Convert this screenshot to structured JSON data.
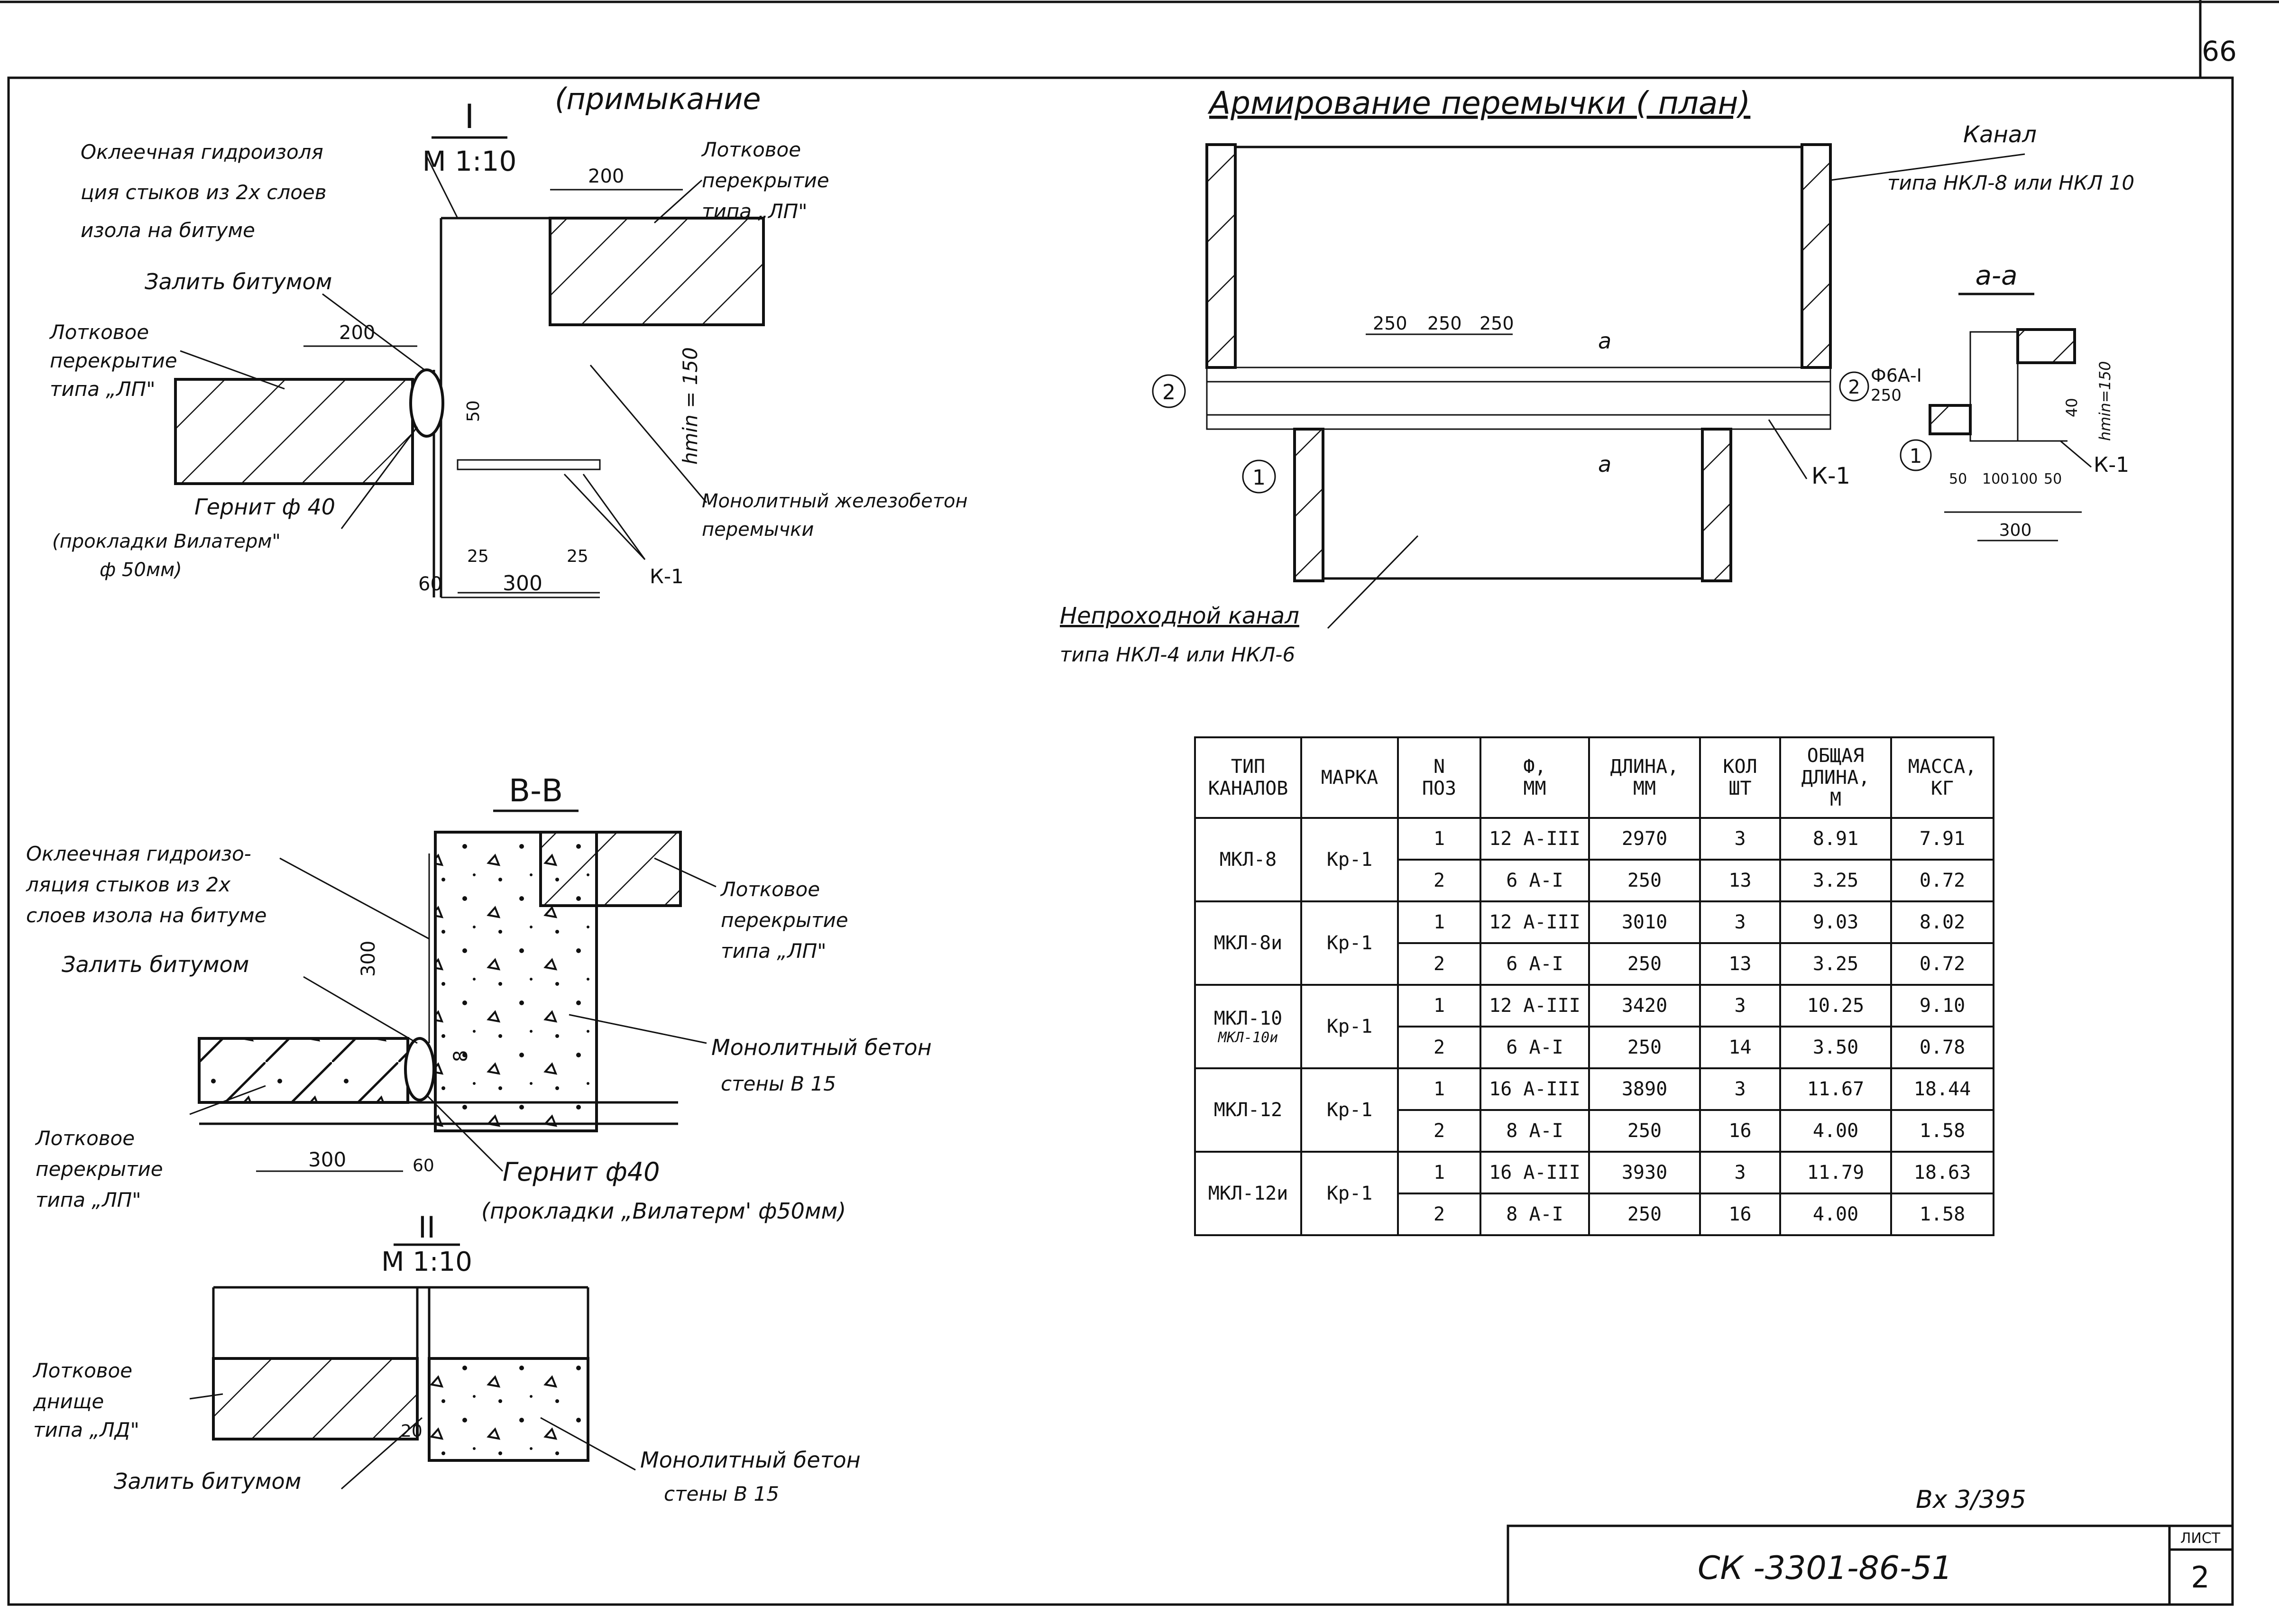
{
  "sheet": {
    "page_number": "66",
    "list_label": "ЛИСТ",
    "list_number": "2",
    "doc_code": "СК -3301-86-51",
    "stamp_note": "Вх 3/395"
  },
  "detail_I": {
    "title": "I",
    "scale": "М 1:10",
    "note": "(примыкание",
    "callouts": {
      "waterproof_1": "Оклеечная гидроизоля",
      "waterproof_2": "ция стыков из 2х слоев",
      "waterproof_3": "изола на битуме",
      "bitumen": "Залить битумом",
      "slab_left_1": "Лотковое",
      "slab_left_2": "перекрытие",
      "slab_left_3": "типа „ЛП\"",
      "slab_right_1": "Лотковое",
      "slab_right_2": "перекрытие",
      "slab_right_3": "типа „ЛП\"",
      "gernit_1": "Гернит ф 40",
      "gernit_2": "(прокладки Вилатерм\"",
      "gernit_3": "ф 50мм)",
      "monolith_1": "Монолитный железобетон",
      "monolith_2": "перемычки",
      "frame": "К-1",
      "h_min": "hmin = 150"
    },
    "dims": {
      "d200a": "200",
      "d200b": "200",
      "d50": "50",
      "d25a": "25",
      "d25b": "25",
      "d300": "300",
      "d60": "60"
    }
  },
  "plan": {
    "title": "Армирование перемычки ( план)",
    "channel_1": "Канал",
    "channel_2": "типа НКЛ-8 или НКЛ 10",
    "nonpass_1": "Непроходной канал",
    "nonpass_2": "типа НКЛ-4 или НКЛ-6",
    "spacing": [
      "250",
      "250",
      "250"
    ],
    "pos1": "1",
    "pos2": "2",
    "frame": "К-1",
    "section_mark": "а",
    "rebar_note_1": "Ф6А-I",
    "rebar_note_2": "250"
  },
  "section_aa": {
    "title": "а-а",
    "pos1": "1",
    "frame": "К-1",
    "h_min": "hmin=150",
    "d40": "40",
    "dims_bottom": [
      "50",
      "100",
      "100",
      "50"
    ],
    "d300": "300"
  },
  "section_BB": {
    "title": "В-В",
    "callouts": {
      "waterproof_1": "Оклеечная гидроизо-",
      "waterproof_2": "ляция стыков из 2х",
      "waterproof_3": "слоев изола на битуме",
      "bitumen": "Залить битумом",
      "slab_top_1": "Лотковое",
      "slab_top_2": "перекрытие",
      "slab_top_3": "типа „ЛП\"",
      "monolith_1": "Монолитный бетон",
      "monolith_2": "стены В 15",
      "slab_left_1": "Лотковое",
      "slab_left_2": "перекрытие",
      "slab_left_3": "типа „ЛП\"",
      "gernit_1": "Гернит ф40",
      "gernit_2": "(прокладки „Вилатерм' ф50мм)"
    },
    "dims": {
      "d300v": "300",
      "d8": "8",
      "d300": "300",
      "d60": "60"
    }
  },
  "detail_II": {
    "title": "II",
    "scale": "М 1:10",
    "callouts": {
      "slab_1": "Лотковое",
      "slab_2": "днище",
      "slab_3": "типа „ЛД\"",
      "bitumen": "Залить битумом",
      "monolith_1": "Монолитный бетон",
      "monolith_2": "стены В 15",
      "d20": "20"
    }
  },
  "spec_table": {
    "headers": [
      "ТИП\nКАНАЛОВ",
      "МАРКА",
      "N\nПОЗ",
      "Ф,\nММ",
      "ДЛИНА,\nММ",
      "КОЛ\nШТ",
      "ОБЩАЯ\nДЛИНА,\nМ",
      "МАССА,\nКГ"
    ],
    "rows": [
      {
        "type": "МКЛ-8",
        "mark": "Кр-1",
        "pos": "1",
        "dia": "12 А-III",
        "len": "2970",
        "qty": "3",
        "total": "8.91",
        "mass": "7.91"
      },
      {
        "pos": "2",
        "dia": "6 А-I",
        "len": "250",
        "qty": "13",
        "total": "3.25",
        "mass": "0.72"
      },
      {
        "type": "МКЛ-8и",
        "mark": "Кр-1",
        "pos": "1",
        "dia": "12 А-III",
        "len": "3010",
        "qty": "3",
        "total": "9.03",
        "mass": "8.02"
      },
      {
        "pos": "2",
        "dia": "6 А-I",
        "len": "250",
        "qty": "13",
        "total": "3.25",
        "mass": "0.72"
      },
      {
        "type": "МКЛ-10",
        "type2": "МКЛ-10и",
        "mark": "Кр-1",
        "pos": "1",
        "dia": "12 А-III",
        "len": "3420",
        "qty": "3",
        "total": "10.25",
        "mass": "9.10"
      },
      {
        "pos": "2",
        "dia": "6 А-I",
        "len": "250",
        "qty": "14",
        "total": "3.50",
        "mass": "0.78"
      },
      {
        "type": "МКЛ-12",
        "mark": "Кр-1",
        "pos": "1",
        "dia": "16 А-III",
        "len": "3890",
        "qty": "3",
        "total": "11.67",
        "mass": "18.44"
      },
      {
        "pos": "2",
        "dia": "8 А-I",
        "len": "250",
        "qty": "16",
        "total": "4.00",
        "mass": "1.58"
      },
      {
        "type": "МКЛ-12и",
        "mark": "Кр-1",
        "pos": "1",
        "dia": "16 А-III",
        "len": "3930",
        "qty": "3",
        "total": "11.79",
        "mass": "18.63"
      },
      {
        "pos": "2",
        "dia": "8 А-I",
        "len": "250",
        "qty": "16",
        "total": "4.00",
        "mass": "1.58"
      }
    ]
  }
}
